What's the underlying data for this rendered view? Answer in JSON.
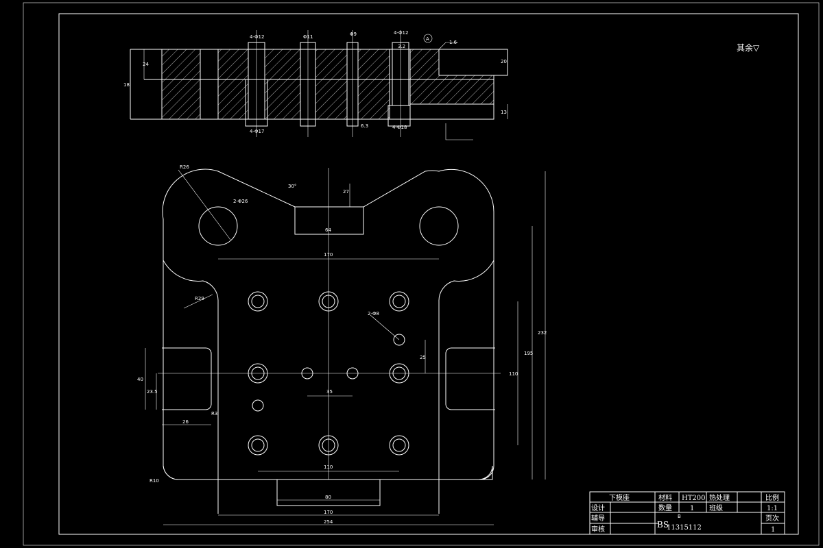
{
  "note": "其余▽",
  "section_view": {
    "hole_labels": [
      "4-Φ12",
      "Φ11",
      "Φ9",
      "4-Φ12"
    ],
    "bottom_labels": [
      "4-Φ17",
      "4-Φ18"
    ],
    "datum": "A",
    "roughness_top": "1.6",
    "roughness_bottom": "6.3",
    "roughness_side": "3.2",
    "dims": {
      "left_total": "18",
      "left_upper": "24",
      "right_upper": "20",
      "right_lower": "13"
    }
  },
  "plan_view": {
    "dims": {
      "r_corner": "R26",
      "holes_top": "2-Φ26",
      "angle": "30°",
      "slot_depth": "27",
      "slot_width": "64",
      "span_top": "170",
      "r_side": "R29",
      "pin_holes": "2-Φ8",
      "small_offset": "25",
      "height_right": "110",
      "height_mid": "195",
      "height_total": "232",
      "pocket_height": "40",
      "pocket_half": "23.5",
      "pocket_width": "26",
      "pocket_radius": "R3",
      "center_span": "35",
      "bottom_span": "110",
      "bottom_slot": "80",
      "width_inner": "170",
      "width_total": "254",
      "r_bottom": "R10"
    }
  },
  "title_block": {
    "part_name": "下模座",
    "material_label": "材料",
    "material": "HT200",
    "heat_label": "热处理",
    "scale_label": "比例",
    "scale": "1:1",
    "design_label": "设计",
    "qty_label": "数量",
    "qty": "1",
    "class_label": "班级",
    "guide_label": "辅导",
    "review_label": "审核",
    "page_label": "页次",
    "page": "1",
    "drawing_code": "BS",
    "drawing_letter": "B",
    "drawing_number": "11315112"
  }
}
